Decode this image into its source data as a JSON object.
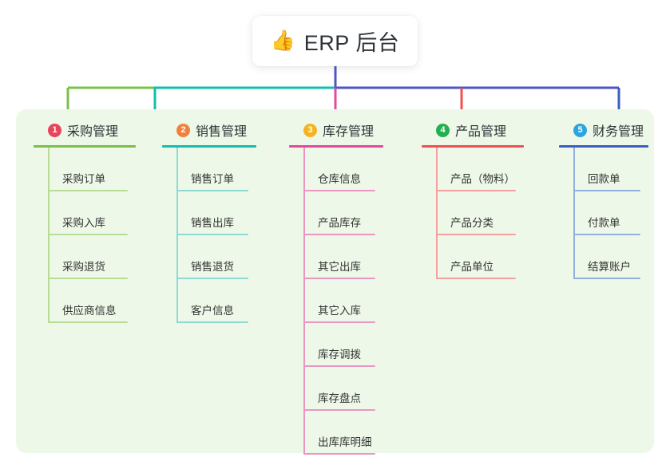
{
  "root": {
    "icon": "thumbs-up-icon",
    "emoji": "👍",
    "title": "ERP 后台"
  },
  "theme": {
    "panel_background": "#eef8e8",
    "page_background": "#ffffff",
    "root_connector_color": "#4e56c0",
    "text_color": "#333333"
  },
  "columns": [
    {
      "index": "1",
      "badge_color": "#e8445a",
      "line_color": "#7cc04a",
      "item_line_color": "#b7dc96",
      "title": "采购管理",
      "items": [
        {
          "label": "采购订单"
        },
        {
          "label": "采购入库"
        },
        {
          "label": "采购退货"
        },
        {
          "label": "供应商信息"
        }
      ]
    },
    {
      "index": "2",
      "badge_color": "#f0813c",
      "line_color": "#11bfae",
      "item_line_color": "#8fd9d2",
      "title": "销售管理",
      "items": [
        {
          "label": "销售订单"
        },
        {
          "label": "销售出库"
        },
        {
          "label": "销售退货"
        },
        {
          "label": "客户信息"
        }
      ]
    },
    {
      "index": "3",
      "badge_color": "#f5b322",
      "line_color": "#e5499c",
      "item_line_color": "#eb96c0",
      "title": "库存管理",
      "items": [
        {
          "label": "仓库信息"
        },
        {
          "label": "产品库存"
        },
        {
          "label": "其它出库"
        },
        {
          "label": "其它入库"
        },
        {
          "label": "库存调拨"
        },
        {
          "label": "库存盘点"
        },
        {
          "label": "出库库明细"
        }
      ]
    },
    {
      "index": "4",
      "badge_color": "#21b14f",
      "line_color": "#f05050",
      "item_line_color": "#f4a0a0",
      "title": "产品管理",
      "items": [
        {
          "label": "产品（物料）"
        },
        {
          "label": "产品分类"
        },
        {
          "label": "产品单位"
        }
      ]
    },
    {
      "index": "5",
      "badge_color": "#2ba5e0",
      "line_color": "#3b5fc0",
      "item_line_color": "#93aee0",
      "title": "财务管理",
      "items": [
        {
          "label": "回款单"
        },
        {
          "label": "付款单"
        },
        {
          "label": "结算账户"
        }
      ]
    }
  ],
  "connectors": {
    "bus_segments": [
      {
        "name": "segment-green",
        "color": "#7cc04a"
      },
      {
        "name": "segment-teal",
        "color": "#11bfae"
      },
      {
        "name": "segment-indigo",
        "color": "#4e56c0"
      }
    ],
    "drops": [
      {
        "name": "drop-purchasing",
        "color": "#7cc04a"
      },
      {
        "name": "drop-sales",
        "color": "#11bfae"
      },
      {
        "name": "drop-inventory",
        "color": "#e5499c"
      },
      {
        "name": "drop-product",
        "color": "#f05050"
      },
      {
        "name": "drop-finance",
        "color": "#3b5fc0"
      }
    ]
  }
}
